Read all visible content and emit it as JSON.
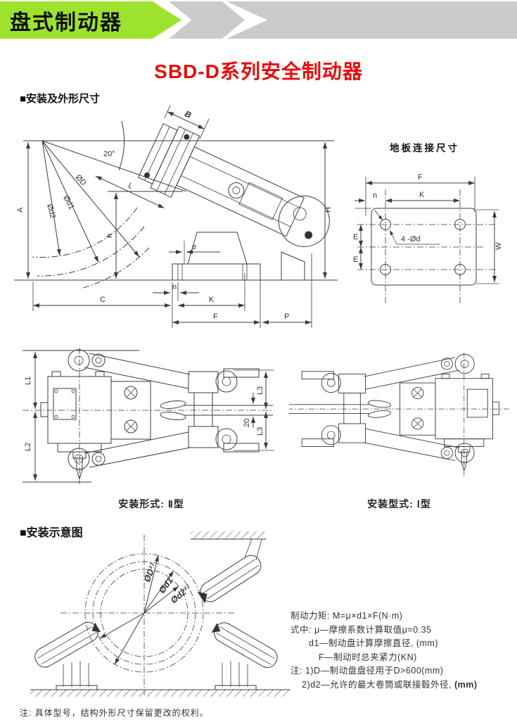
{
  "header": {
    "banner_label": "盘式制动器"
  },
  "title": "SBD-D系列安全制动器",
  "sections": {
    "dims_heading": "■安装及外形尺寸",
    "install_heading": "■安装示意图"
  },
  "main_drawing": {
    "labels": {
      "A": "A",
      "B": "B",
      "angle": "20°",
      "phiD": "ØD",
      "phid1": "Ød1",
      "phid2": "Ød2",
      "L": "L",
      "h": "h",
      "e": "e",
      "H": "H",
      "n": "n",
      "C": "C",
      "K": "K",
      "F": "F",
      "P": "P"
    }
  },
  "floor_drawing": {
    "title": "地板连接尺寸",
    "labels": {
      "F": "F",
      "K": "K",
      "n": "n",
      "E_upper": "E",
      "E_lower": "E",
      "W": "W",
      "hole_callout": "4 -Ød"
    }
  },
  "type_ii": {
    "caption": "安装形式: Ⅱ型",
    "labels": {
      "L1": "L1",
      "L2": "L2",
      "L3_upper": "L3",
      "L3_lower": "L3",
      "pad_gap": "20"
    }
  },
  "type_i": {
    "caption": "安装型式: Ⅰ型"
  },
  "install_diagram": {
    "labels": {
      "phiD": "ØD¹⁾",
      "phid1": "Ød1",
      "phid2": "Ød2²⁾"
    }
  },
  "notes": {
    "torque_formula": "制动力矩: M=μ×d1×F(N·m)",
    "where_mu": "式中: μ—摩擦系数计算取值μ=0.35",
    "where_d1": "d1—制动盘计算摩擦直径, (mm)",
    "where_F": "F—制动时总夹紧力(KN)",
    "note1": "注: 1)D—制动盘盘径用于D>600(mm)",
    "note2": "2)d2—允许的最大卷筒或联接毂外径, ",
    "note2_bold": "(mm)"
  },
  "footer_note": "注: 具体型号，结构外形尺寸保留更改的权利。",
  "colors": {
    "banner_green": "#9de32d",
    "chevron_gray": "#cbcbcb",
    "title_red": "#e80b0b",
    "line": "#3b3b3b"
  }
}
